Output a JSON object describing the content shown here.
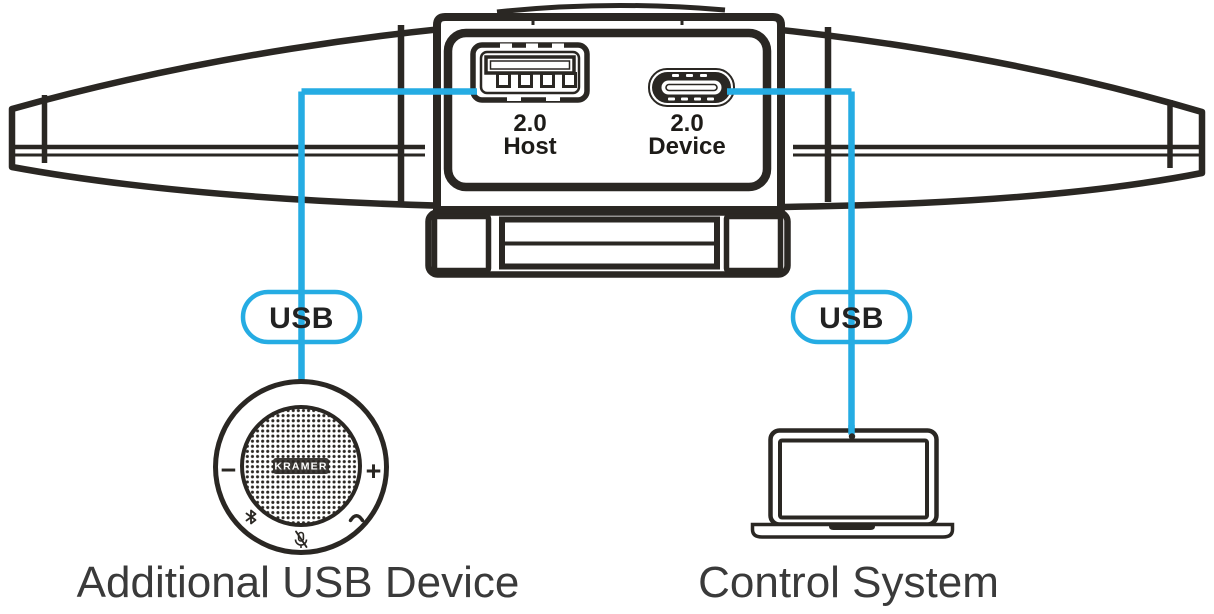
{
  "colors": {
    "accent": "#25ACE3",
    "ink": "#2A2723",
    "caption_text": "#3A3A3A"
  },
  "rear_panel": {
    "usb_a_port": {
      "label_line1": "2.0",
      "label_line2": "Host"
    },
    "usb_c_port": {
      "label_line1": "2.0",
      "label_line2": "Device"
    }
  },
  "connections": {
    "left": {
      "badge": "USB",
      "caption": "Additional USB Device"
    },
    "right": {
      "badge": "USB",
      "caption": "Control System"
    }
  },
  "speakerphone": {
    "brand": "KRAMER",
    "volume_down": "−",
    "volume_up": "+",
    "icons": [
      "bluetooth-icon",
      "mic-mute-icon",
      "phone-icon"
    ]
  }
}
